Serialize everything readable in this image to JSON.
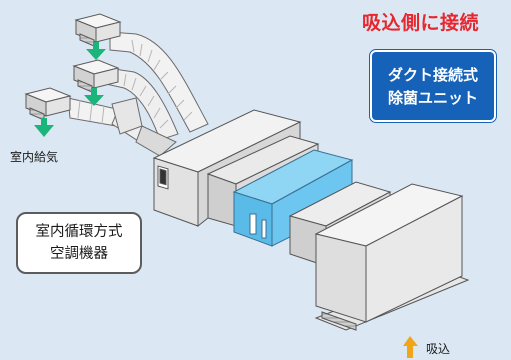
{
  "headline": "吸込側に接続",
  "unit_label": {
    "line1": "ダクト接続式",
    "line2": "除菌ユニット"
  },
  "supply_label": "室内給気",
  "ac_label": {
    "line1": "室内循環方式",
    "line2": "空調機器"
  },
  "intake_label": "吸込",
  "colors": {
    "background": "#dbe8f3",
    "headline": "#e8262e",
    "unit_fill": "#6cc6f0",
    "callout_blue": "#1662b8",
    "supply_arrow": "#1bb47a",
    "intake_arrow": "#f1a519"
  }
}
